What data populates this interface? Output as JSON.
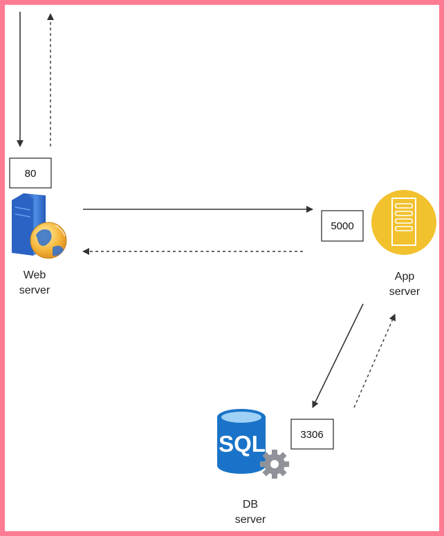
{
  "nodes": {
    "web": {
      "label_line1": "Web",
      "label_line2": "server",
      "port": "80"
    },
    "app": {
      "label_line1": "App",
      "label_line2": "server",
      "port": "5000"
    },
    "db": {
      "label_line1": "DB",
      "label_line2": "server",
      "port": "3306",
      "icon_text": "SQL"
    }
  },
  "icons": {
    "web": "web-server-globe-icon",
    "app": "app-server-rack-icon",
    "db": "sql-database-gear-icon"
  },
  "edges": [
    {
      "from": "client",
      "to": "web",
      "style": "solid"
    },
    {
      "from": "web",
      "to": "client",
      "style": "dashed"
    },
    {
      "from": "web",
      "to": "app",
      "style": "solid"
    },
    {
      "from": "app",
      "to": "web",
      "style": "dashed"
    },
    {
      "from": "app",
      "to": "db",
      "style": "solid"
    },
    {
      "from": "db",
      "to": "app",
      "style": "dashed"
    }
  ],
  "colors": {
    "frame": "#ff7b93",
    "arrow": "#333333",
    "app_circle": "#f2c12e",
    "sql_blue": "#1a73c8",
    "gear": "#8f9399"
  }
}
